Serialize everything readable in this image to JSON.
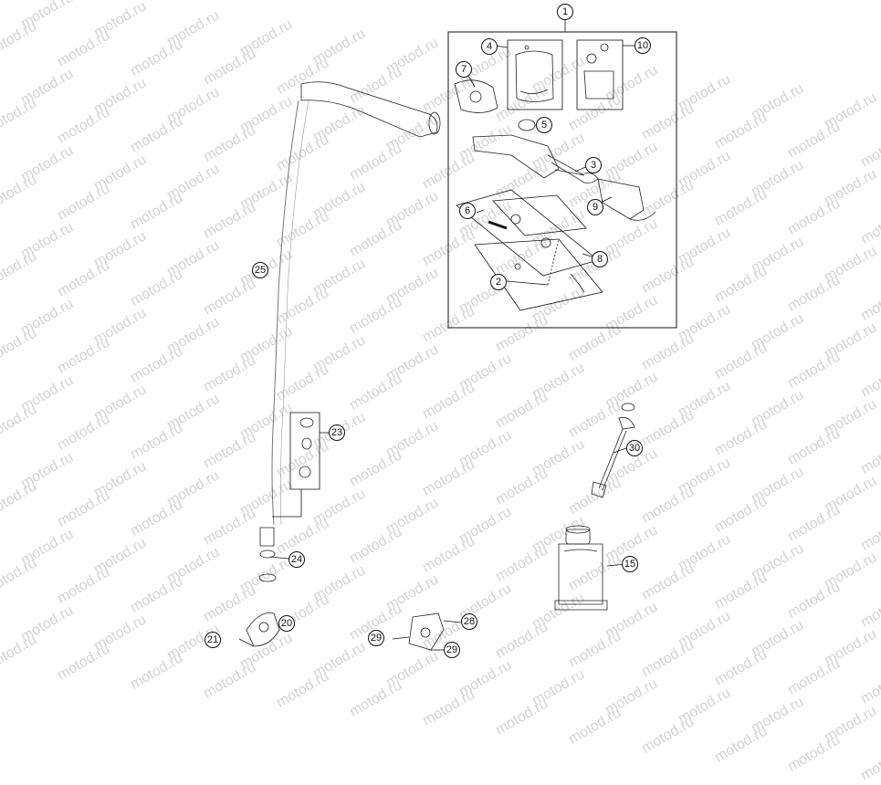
{
  "watermark": "motod.ru",
  "callouts": [
    "1",
    "2",
    "3",
    "4",
    "5",
    "6",
    "7",
    "8",
    "9",
    "10",
    "15",
    "20",
    "21",
    "23",
    "24",
    "25",
    "28",
    "29",
    "29",
    "30"
  ]
}
